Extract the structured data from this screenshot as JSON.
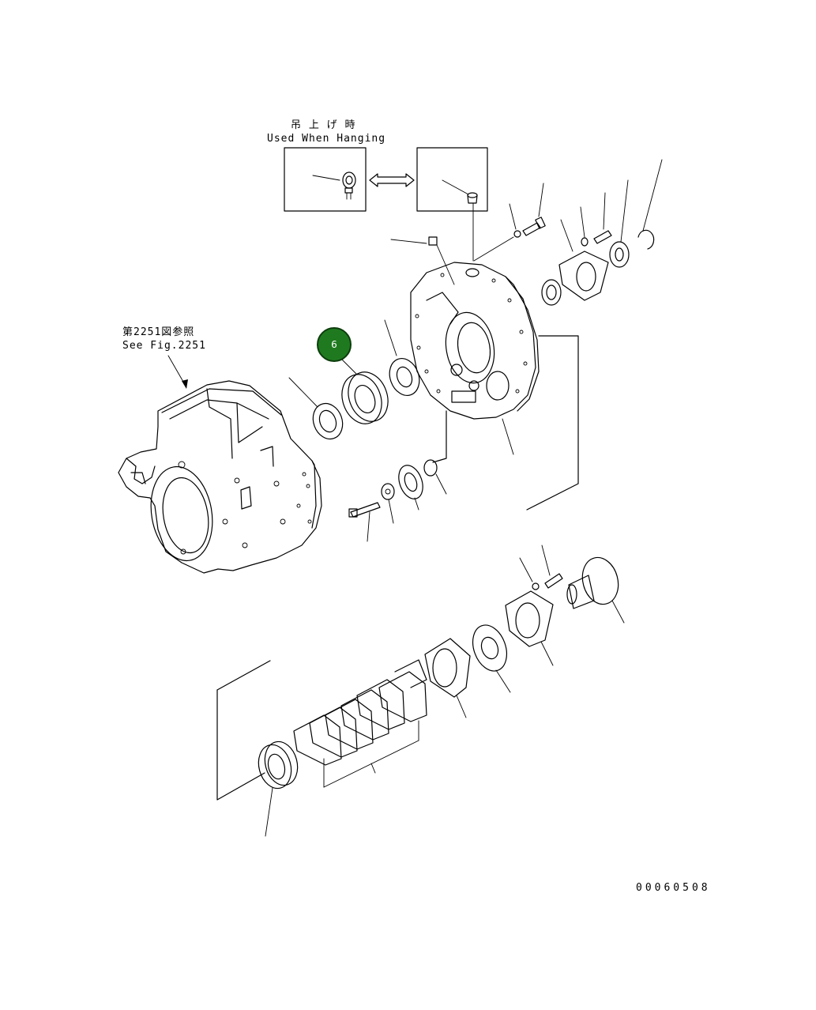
{
  "labels": {
    "hanging_jp": "吊 上 げ 時",
    "hanging_en": "Used When Hanging",
    "ref_jp": "第2251図参照",
    "ref_en": "See Fig.2251",
    "drawing_no": "00060508"
  },
  "callout": {
    "number": "6",
    "color": "#1f7a1f"
  },
  "icons": [
    "eyebolt-icon",
    "plug-icon",
    "double-arrow-icon"
  ]
}
